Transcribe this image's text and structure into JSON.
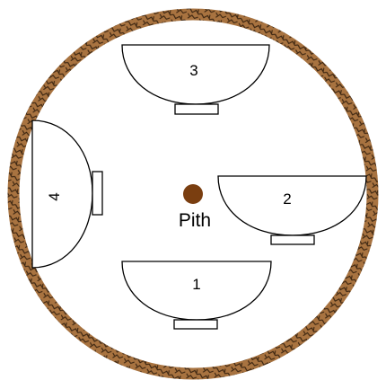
{
  "diagram": {
    "pith_label": "Pith",
    "bowls": [
      {
        "label": "1"
      },
      {
        "label": "2"
      },
      {
        "label": "3"
      },
      {
        "label": "4"
      }
    ]
  },
  "colors": {
    "bark_base": "#a87340",
    "bark_crack": "#3a2410",
    "pith": "#7a3e10",
    "outline": "#000000",
    "background": "#ffffff"
  }
}
